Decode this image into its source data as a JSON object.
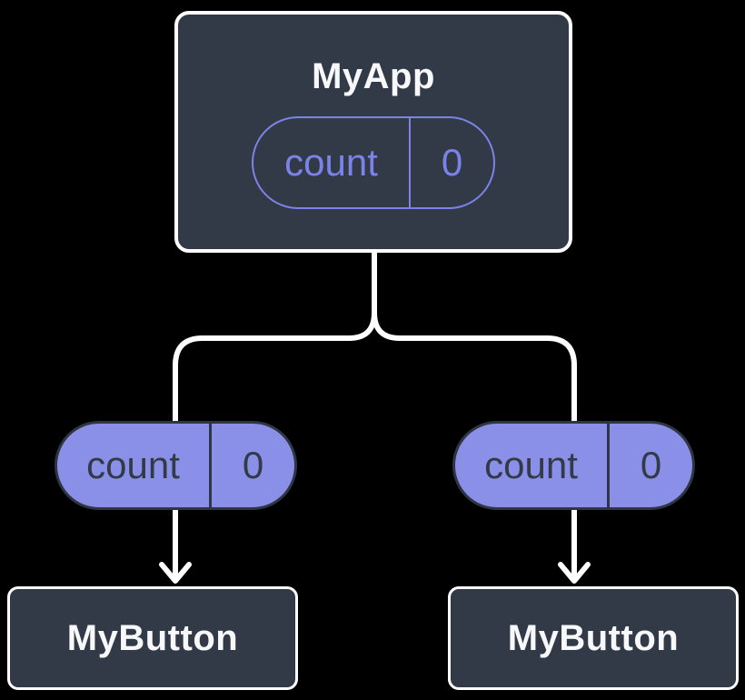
{
  "tree": {
    "root": {
      "title": "MyApp",
      "state": {
        "name": "count",
        "value": "0"
      }
    },
    "branches": [
      {
        "state": {
          "name": "count",
          "value": "0"
        },
        "child": {
          "title": "MyButton"
        }
      },
      {
        "state": {
          "name": "count",
          "value": "0"
        },
        "child": {
          "title": "MyButton"
        }
      }
    ]
  },
  "colors": {
    "background": "#000000",
    "card_fill": "#333A47",
    "card_border": "#FFFFFF",
    "pill_fill": "#8A90E8",
    "pill_outline": "#7B83E8",
    "pill_dark_text": "#333A47",
    "light_text": "#F7F8FA",
    "connector": "#FFFFFF"
  }
}
